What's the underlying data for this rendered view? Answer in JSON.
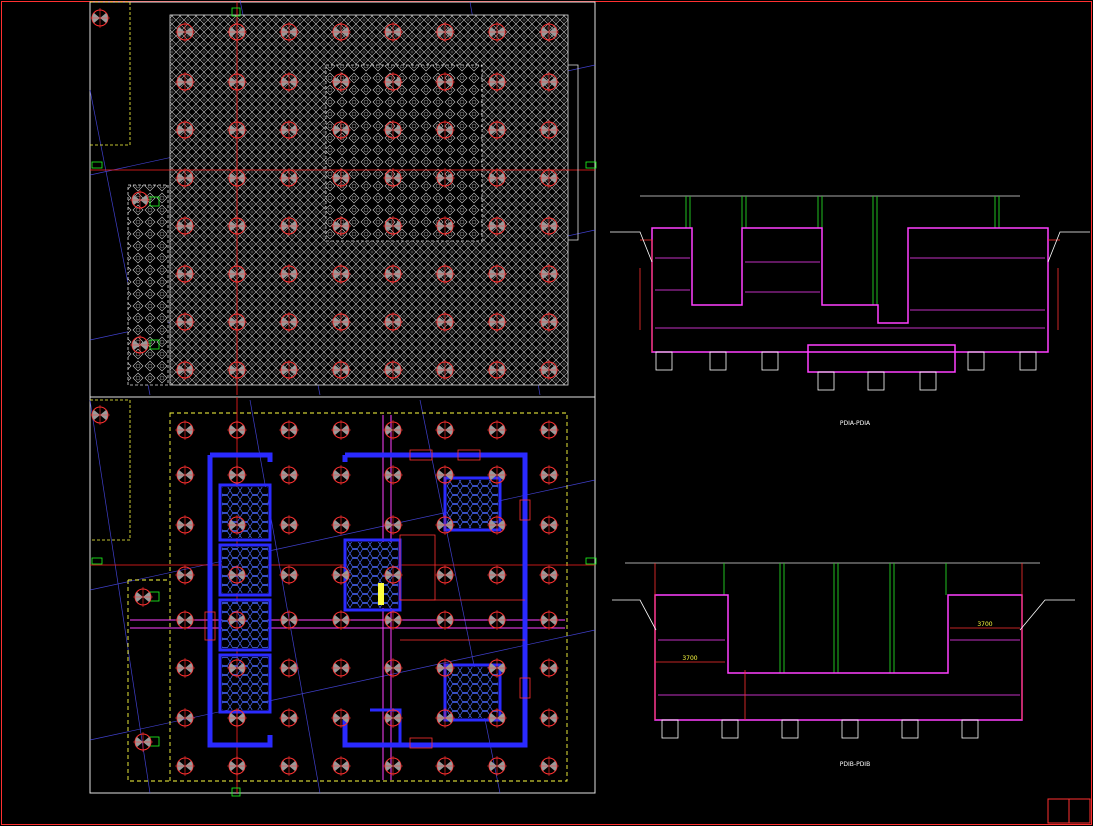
{
  "colors": {
    "background": "#000000",
    "frame": "#ff3030",
    "sheet_border": "#ffffff",
    "pile": "#ff3030",
    "wall": "#2020ff",
    "section_line": "#ff00ff",
    "hatch": "#c8c8c8",
    "dashed_outline": "#ffff40",
    "grid_axis": "#ff0000",
    "column_line": "#20c020",
    "diagonal_line": "#6060ff"
  },
  "sections": [
    {
      "id": "top",
      "caption": "PDIA-PDIA"
    },
    {
      "id": "bottom",
      "caption": "PDIB-PDIB"
    }
  ],
  "dimensions": {
    "top_section_dim": "",
    "bottom_section_dim_1": "3700",
    "bottom_section_dim_2": "3700"
  },
  "icons": [
    "pile-symbol-icon",
    "wall-outline",
    "hatch-pattern"
  ]
}
